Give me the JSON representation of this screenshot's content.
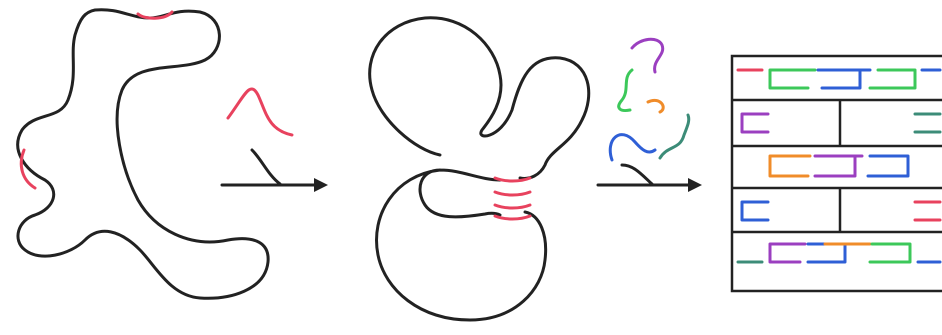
{
  "colors": {
    "outline": "#222222",
    "pink": "#e8425e",
    "green": "#3cc85a",
    "blue": "#2f5fd6",
    "purple": "#9b3fc0",
    "orange": "#f08c2a",
    "teal": "#3c8c78",
    "background": "#ffffff"
  },
  "figure": {
    "panels": [
      {
        "name": "scaffold-with-targets",
        "description_icon": "dna-scaffold-icon"
      },
      {
        "name": "folded-scaffold",
        "description_icon": "folded-scaffold-icon"
      },
      {
        "name": "brick-assembly",
        "description_icon": "brick-grid-icon"
      }
    ],
    "arrows": [
      {
        "name": "arrow-add-staple",
        "strand_color": "pink"
      },
      {
        "name": "arrow-add-mixture",
        "strand_colors": [
          "purple",
          "green",
          "orange",
          "blue",
          "teal"
        ]
      }
    ],
    "brick_rows": [
      [
        "pink",
        "green",
        "blue",
        "green",
        "blue"
      ],
      [
        "purple",
        "teal"
      ],
      [
        "orange",
        "purple",
        "blue"
      ],
      [
        "blue",
        "pink"
      ],
      [
        "teal",
        "purple",
        "blue",
        "orange",
        "green",
        "blue"
      ]
    ]
  }
}
